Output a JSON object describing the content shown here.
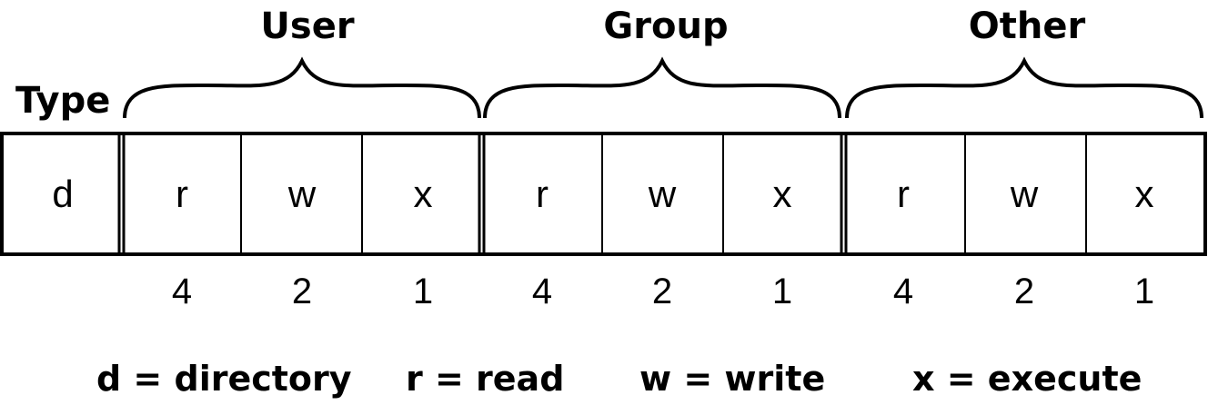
{
  "type_label": "Type",
  "groups": [
    {
      "label": "User"
    },
    {
      "label": "Group"
    },
    {
      "label": "Other"
    }
  ],
  "cells": [
    "d",
    "r",
    "w",
    "x",
    "r",
    "w",
    "x",
    "r",
    "w",
    "x"
  ],
  "weights": [
    "",
    "4",
    "2",
    "1",
    "4",
    "2",
    "1",
    "4",
    "2",
    "1"
  ],
  "legend": [
    "d = directory",
    "r = read",
    "w = write",
    "x = execute"
  ]
}
